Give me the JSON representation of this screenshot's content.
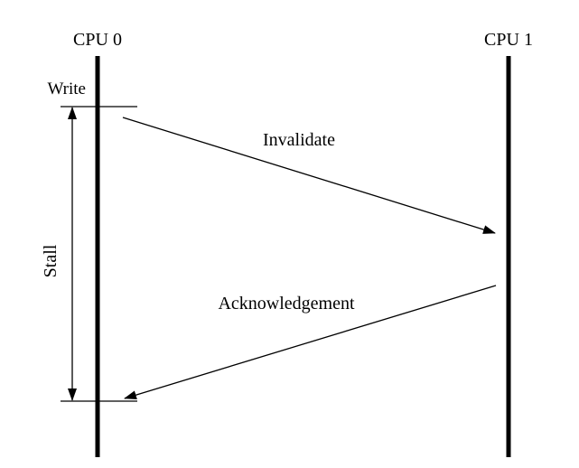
{
  "diagram": {
    "nodes": [
      {
        "id": "cpu0",
        "label": "CPU 0"
      },
      {
        "id": "cpu1",
        "label": "CPU 1"
      }
    ],
    "events": [
      {
        "id": "write",
        "label": "Write",
        "node": "cpu0"
      }
    ],
    "messages": [
      {
        "id": "invalidate",
        "label": "Invalidate",
        "from": "cpu0",
        "to": "cpu1"
      },
      {
        "id": "acknowledgement",
        "label": "Acknowledgement",
        "from": "cpu1",
        "to": "cpu0"
      }
    ],
    "intervals": [
      {
        "id": "stall",
        "label": "Stall",
        "node": "cpu0",
        "start_event": "write",
        "end_message": "acknowledgement"
      }
    ]
  },
  "colors": {
    "line": "#000000",
    "background": "#ffffff"
  }
}
